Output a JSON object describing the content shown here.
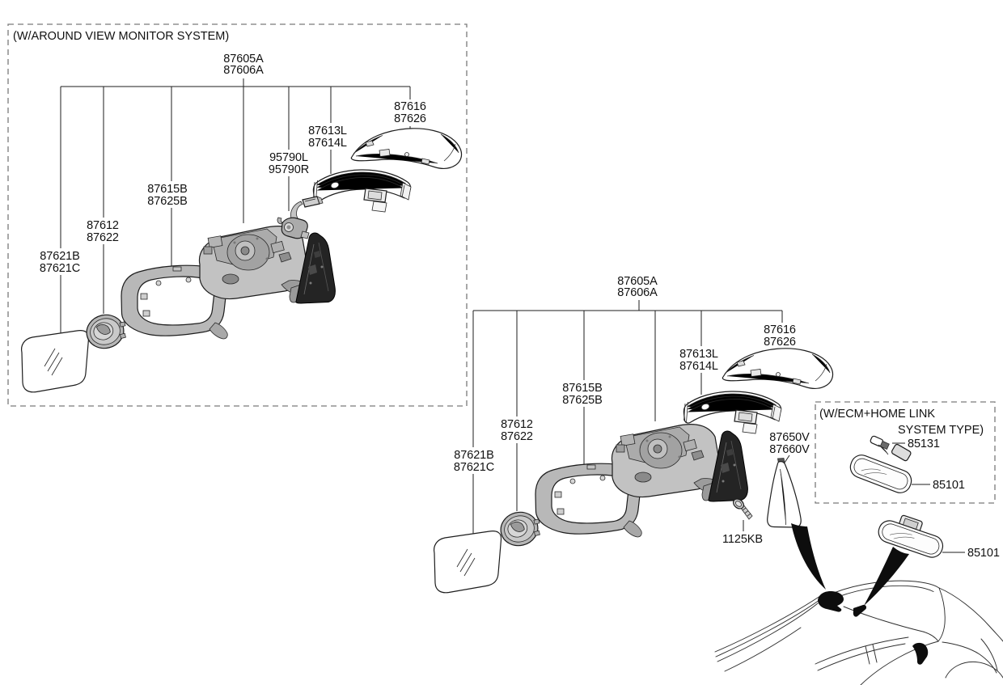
{
  "avm_box": {
    "title": "(W/AROUND VIEW MONITOR SYSTEM)",
    "labels": {
      "mirror_assembly": [
        "87605A",
        "87606A"
      ],
      "rearview_cover": [
        "87616",
        "87626"
      ],
      "repeater_lamp": [
        "87613L",
        "87614L"
      ],
      "avm_camera": [
        "95790L",
        "95790R"
      ],
      "housing": [
        "87615B",
        "87625B"
      ],
      "actuator": [
        "87612",
        "87622"
      ],
      "glass": [
        "87621B",
        "87621C"
      ]
    }
  },
  "standard_assembly": {
    "labels": {
      "mirror_assembly": [
        "87605A",
        "87606A"
      ],
      "rearview_cover": [
        "87616",
        "87626"
      ],
      "repeater_lamp": [
        "87613L",
        "87614L"
      ],
      "housing": [
        "87615B",
        "87625B"
      ],
      "actuator": [
        "87612",
        "87622"
      ],
      "glass": [
        "87621B",
        "87621C"
      ],
      "pillar_garnish": [
        "87650V",
        "87660V"
      ],
      "screw": "1125KB"
    }
  },
  "ecm_box": {
    "title": [
      "(W/ECM+HOME LINK",
      "SYSTEM TYPE)"
    ],
    "labels": {
      "connector": "85131",
      "inside_mirror": "85101"
    }
  },
  "inside_mirror": {
    "label": "85101"
  },
  "colors": {
    "background": "#ffffff",
    "line": "#1d1d1d",
    "dash_border": "#7a7a7a",
    "part_gray": "#bdbdbd",
    "dark_base": "#242424",
    "locator_black": "#0d0d0d"
  }
}
